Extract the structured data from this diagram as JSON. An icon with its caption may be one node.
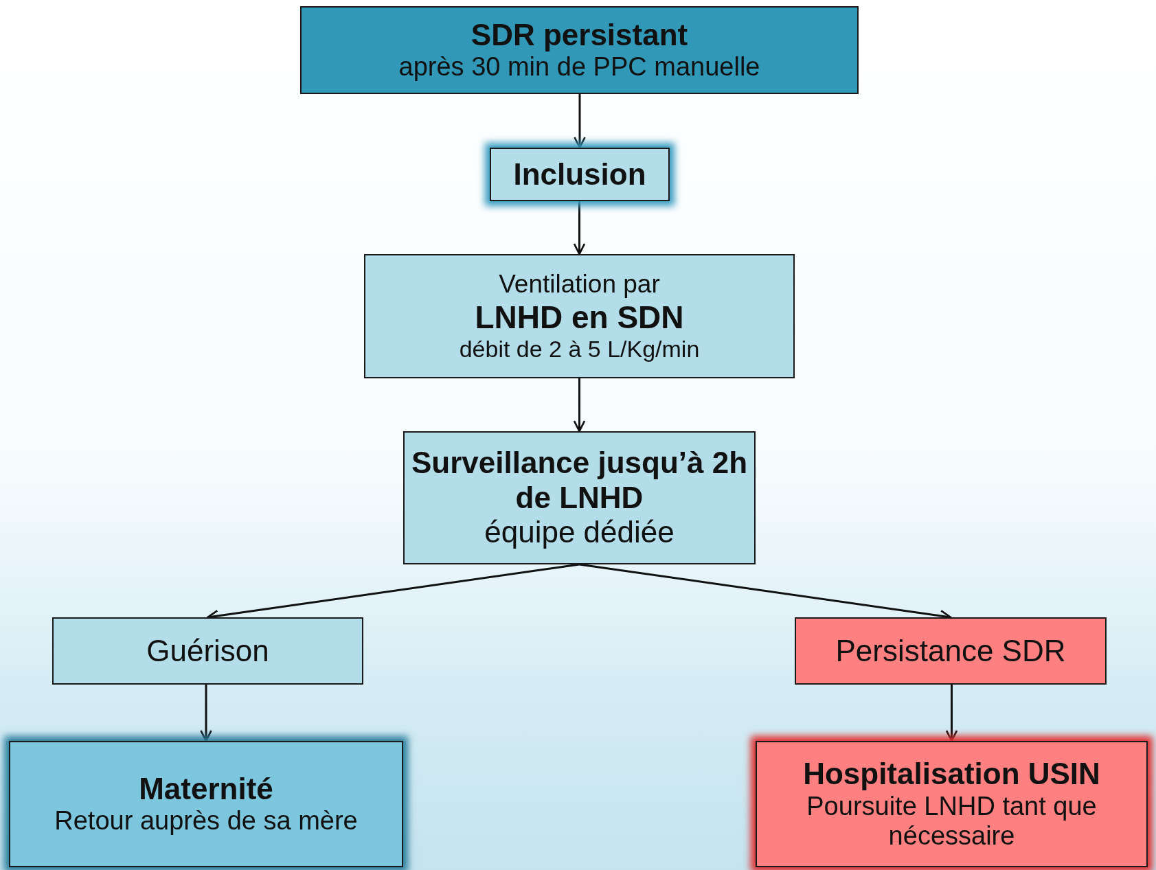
{
  "diagram": {
    "nodes": [
      {
        "text": [
          "SDR persistant",
          "après 30 min de PPC manuelle"
        ]
      },
      {
        "text": [
          "Inclusion"
        ]
      },
      {
        "text": [
          "Ventilation par",
          "LNHD en SDN",
          "débit de 2 à 5 L/Kg/min"
        ]
      },
      {
        "text": [
          "Surveillance jusqu’à 2h de LNHD",
          "équipe dédiée"
        ]
      },
      {
        "text": [
          "Guérison"
        ]
      },
      {
        "text": [
          "Persistance SDR"
        ]
      },
      {
        "text": [
          "Maternité",
          "Retour auprès de sa mère"
        ]
      },
      {
        "text": [
          "Hospitalisation USIN",
          "Poursuite LNHD tant que nécessaire"
        ]
      }
    ],
    "edges": [
      {
        "from": 0,
        "to": 1,
        "arrow": "to"
      },
      {
        "from": 1,
        "to": 2,
        "arrow": "to"
      },
      {
        "from": 2,
        "to": 3,
        "arrow": "to"
      },
      {
        "from": 3,
        "to": 4,
        "arrow": "to"
      },
      {
        "from": 3,
        "to": 5,
        "arrow": "to"
      },
      {
        "from": 4,
        "to": 6,
        "arrow": "to"
      },
      {
        "from": 5,
        "to": 7,
        "arrow": "to"
      }
    ]
  }
}
